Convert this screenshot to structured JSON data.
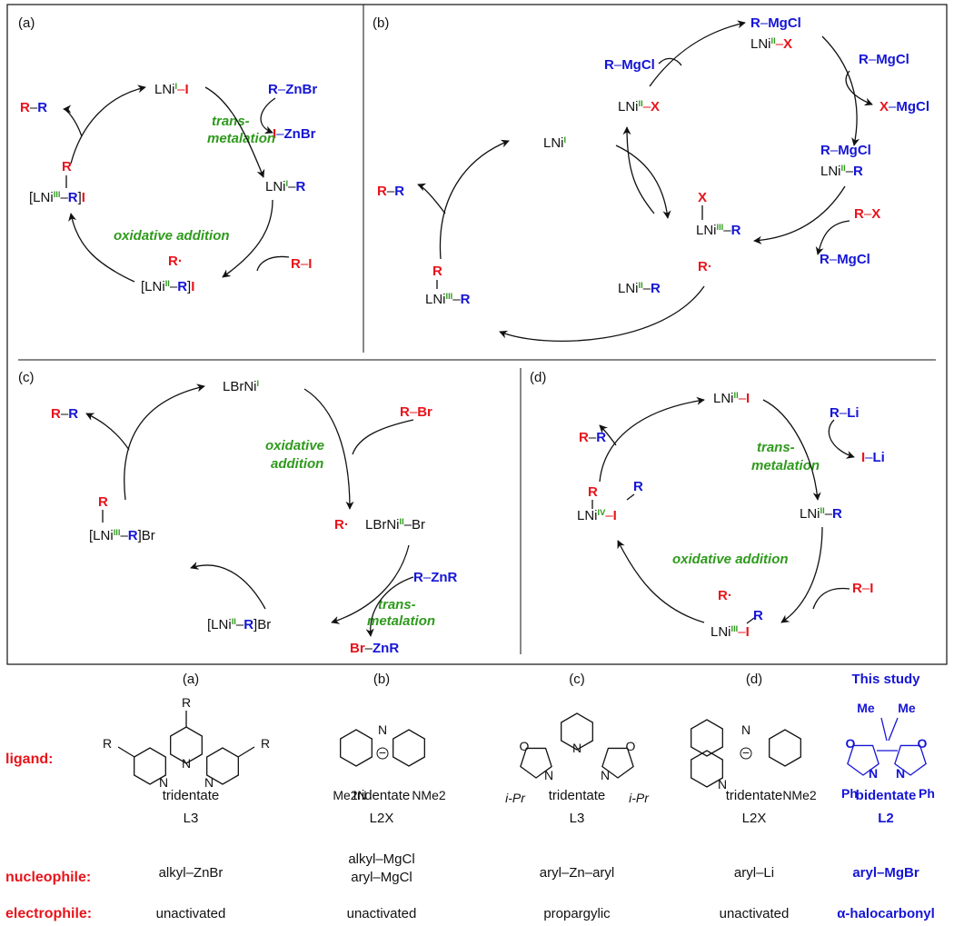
{
  "colors": {
    "red": "#e8141b",
    "blue": "#1515d6",
    "green": "#2e9a1c",
    "black": "#111111"
  },
  "panel_a": {
    "label": "(a)",
    "r": "R",
    "dash": "–",
    "l": "L",
    "ni": "Ni",
    "i": "I",
    "ox_I": "I",
    "ox_II": "II",
    "ox_III": "III",
    "zn": "ZnBr",
    "trans": "trans-",
    "metalation": "metalation",
    "oxadd": "oxidative addition",
    "lb": "[",
    "rb": "]",
    "dot": "·"
  },
  "panel_b": {
    "label": "(b)",
    "mgcl": "MgCl",
    "x": "X",
    "r": "R",
    "lni": "LNi",
    "ox_I": "I",
    "ox_II": "II",
    "ox_III": "III",
    "dot": "·",
    "dash": "–"
  },
  "panel_c": {
    "label": "(c)",
    "lbrni": "LBrNi",
    "ox_I": "I",
    "ox_II": "II",
    "ox_III": "III",
    "br": "Br",
    "r": "R",
    "znr": "ZnR",
    "oxidative": "oxidative",
    "addition": "addition",
    "trans": "trans-",
    "metalation": "metalation",
    "lni": "LNi",
    "lb": "[",
    "rb": "]",
    "dot": "·",
    "dash": "–"
  },
  "panel_d": {
    "label": "(d)",
    "lni": "LNi",
    "i": "I",
    "li": "Li",
    "r": "R",
    "ox_II": "II",
    "ox_III": "III",
    "ox_IV": "IV",
    "trans": "trans-",
    "metalation": "metalation",
    "oxadd": "oxidative addition",
    "dot": "·",
    "dash": "–"
  },
  "table": {
    "headers": [
      "(a)",
      "(b)",
      "(c)",
      "(d)",
      "This study"
    ],
    "row_labels": {
      "ligand": "ligand:",
      "nucleophile": "nucleophile:",
      "electrophile": "electrophile:"
    },
    "denticity": [
      "tridentate",
      "tridentate",
      "tridentate",
      "tridentate",
      "bidentate"
    ],
    "ligand_type": [
      "L3",
      "L2X",
      "L3",
      "L2X",
      "L2"
    ],
    "nucleophile": [
      [
        "alkyl–ZnBr"
      ],
      [
        "alkyl–MgCl",
        "aryl–MgCl"
      ],
      [
        "aryl–Zn–aryl"
      ],
      [
        "aryl–Li"
      ],
      [
        "aryl–MgBr"
      ]
    ],
    "electrophile": [
      "unactivated",
      "unactivated",
      "propargylic",
      "unactivated",
      "α-halocarbonyl"
    ],
    "atoms": {
      "n": "N",
      "o": "O",
      "r": "R",
      "me": "Me",
      "ph": "Ph",
      "ipr": "i-Pr",
      "nme2": "NMe2",
      "me2n": "Me2N",
      "minus": "−"
    }
  }
}
